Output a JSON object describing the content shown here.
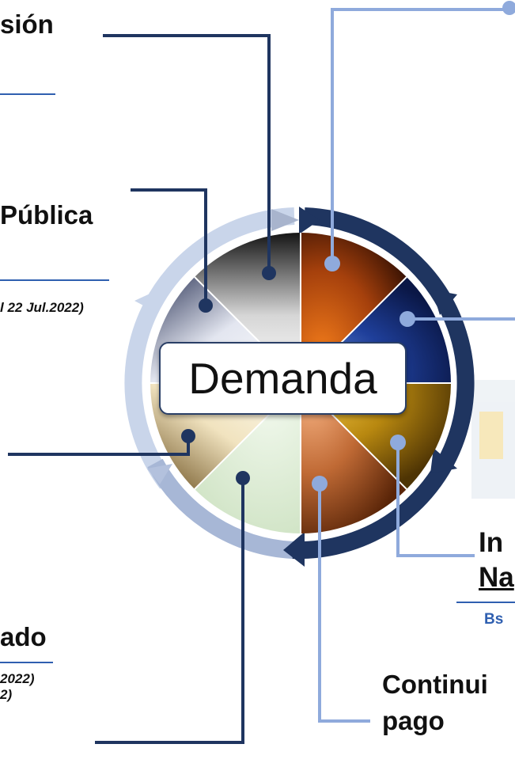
{
  "center_label": "Demanda",
  "labels": {
    "top_left": "sión",
    "mid_left": "Pública",
    "mid_left_date": "l 22 Jul.2022)",
    "bottom_left": "ado",
    "bottom_left_date1": "2022)",
    "bottom_left_date2": "2)",
    "right_line1": "In",
    "right_line2": "Na",
    "right_sub": "Bs",
    "bottom_right_line1": "Continui",
    "bottom_right_line2": "pago"
  },
  "colors": {
    "dark_navy": "#1f3560",
    "light_blue": "#8faadc",
    "accent_blue": "#2f5fb0"
  }
}
